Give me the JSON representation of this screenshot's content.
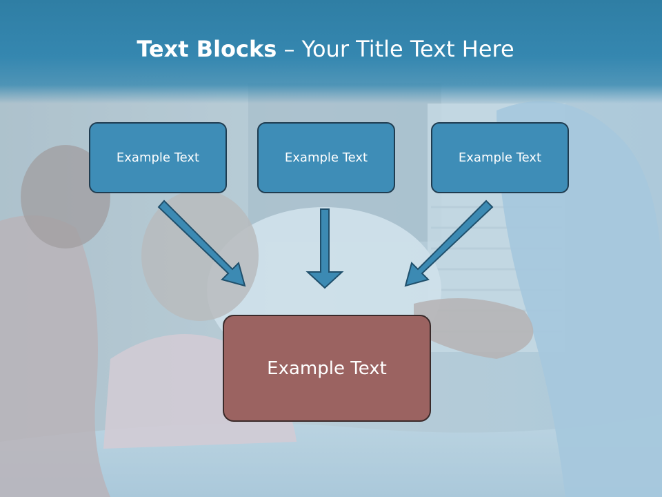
{
  "slide": {
    "title_bold": "Text Blocks",
    "title_dash": " – ",
    "title_rest": "Your Title Text Here"
  },
  "blocks": [
    {
      "label": "Example Text"
    },
    {
      "label": "Example Text"
    },
    {
      "label": "Example Text"
    }
  ],
  "main_block": {
    "label": "Example Text"
  },
  "colors": {
    "header": "#3587b0",
    "block_fill": "#3e8db7",
    "main_fill": "#9b6361",
    "arrow_fill": "#3c8ab3",
    "arrow_stroke": "#1f4f6b"
  }
}
